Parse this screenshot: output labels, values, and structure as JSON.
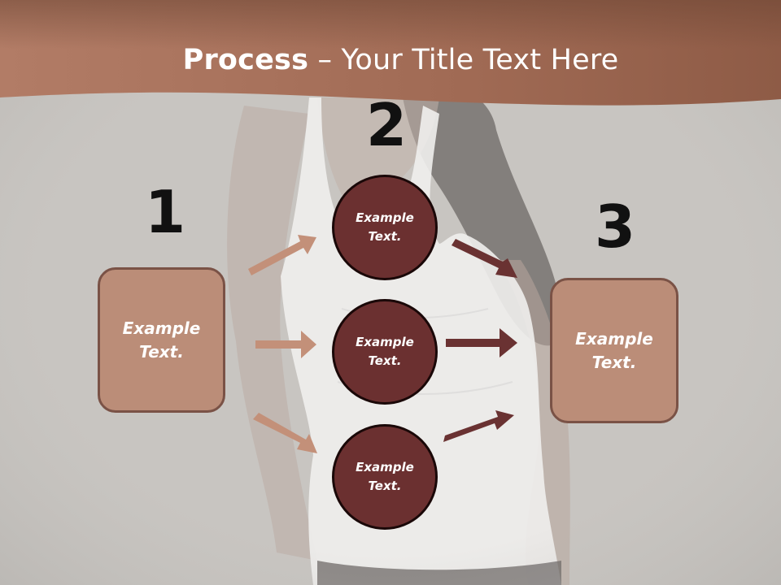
{
  "title": {
    "bold": "Process",
    "rest": " – Your Title Text Here"
  },
  "steps": [
    {
      "number": "1",
      "text": "Example Text."
    },
    {
      "number": "2",
      "items": [
        "Example Text.",
        "Example Text.",
        "Example Text."
      ]
    },
    {
      "number": "3",
      "text": "Example Text."
    }
  ],
  "colors": {
    "header": "#a06a54",
    "box_fill": "#bb8d78",
    "box_border": "#7a5246",
    "circle_fill": "#6b3030",
    "left_arrows": "#c39079",
    "right_arrows": "#6a3232"
  }
}
